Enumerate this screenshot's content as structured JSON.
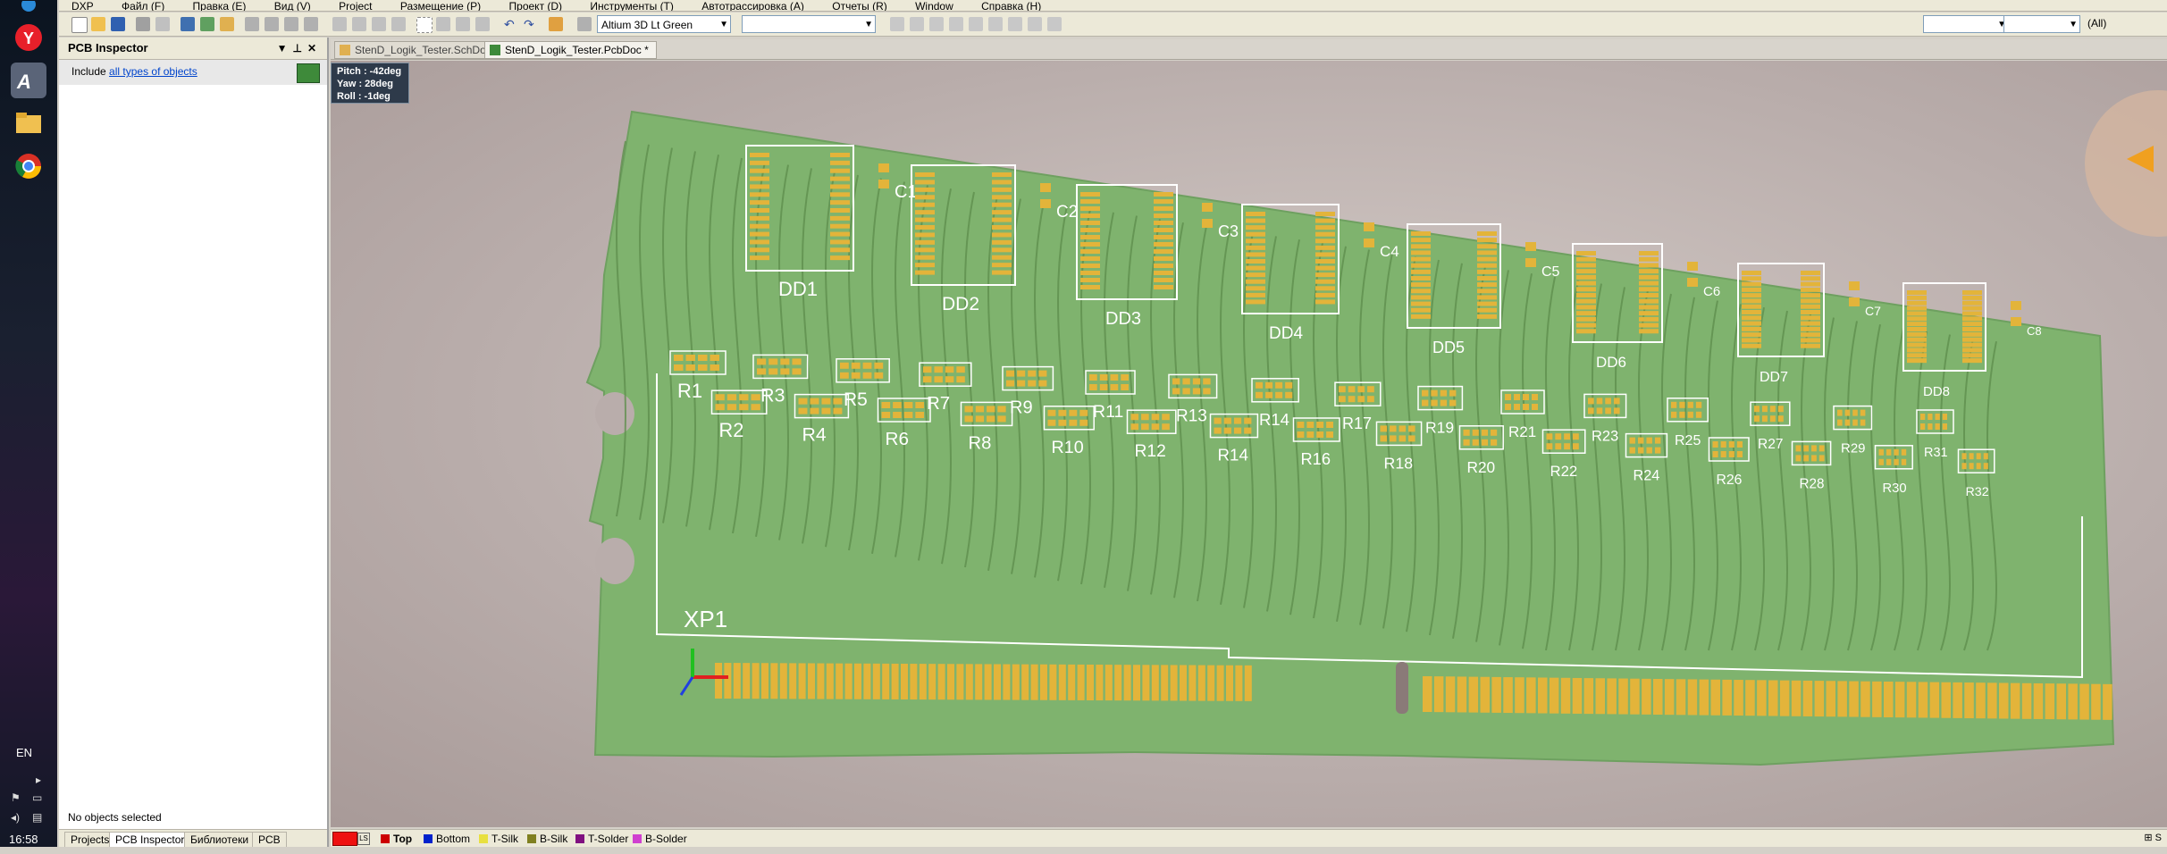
{
  "menu": [
    "DXP",
    "Файл (F)",
    "Правка (E)",
    "Вид (V)",
    "Project",
    "Размещение (P)",
    "Проект (D)",
    "Инструменты (T)",
    "Автотрассировка (A)",
    "Отчеты (R)",
    "Window",
    "Справка (H)"
  ],
  "toolbar": {
    "view_config": "Altium 3D Lt Green",
    "filter": "(All)"
  },
  "panel": {
    "title": "PCB Inspector",
    "include_prefix": "Include",
    "include_link": "all types of objects",
    "status": "No objects selected",
    "tabs": [
      "Projects",
      "PCB Inspector",
      "Библиотеки",
      "PCB"
    ]
  },
  "documents": [
    {
      "label": "StenD_Logik_Tester.SchDoc",
      "active": false
    },
    {
      "label": "StenD_Logik_Tester.PcbDoc *",
      "active": true
    }
  ],
  "view_readout": {
    "pitch": "Pitch : -42deg",
    "yaw": "Yaw : 28deg",
    "roll": "Roll : -1deg"
  },
  "board": {
    "connector": "XP1",
    "ics": [
      "DD1",
      "DD2",
      "DD3",
      "DD4",
      "DD5",
      "DD6",
      "DD7",
      "DD8"
    ],
    "caps": [
      "C1",
      "C2",
      "C3",
      "C4",
      "C5",
      "C6",
      "C7",
      "C8"
    ],
    "resistors": [
      "R1",
      "R2",
      "R3",
      "R4",
      "R5",
      "R6",
      "R7",
      "R8",
      "R9",
      "R10",
      "R11",
      "R12",
      "R13",
      "R14",
      "R14",
      "R16",
      "R17",
      "R18",
      "R19",
      "R20",
      "R21",
      "R22",
      "R23",
      "R24",
      "R25",
      "R26",
      "R27",
      "R28",
      "R29",
      "R30",
      "R31",
      "R32"
    ],
    "colors": {
      "pcb": "#7fb36e",
      "trace": "#5f8f4d",
      "pad": "#e3b43a",
      "silk": "#ffffff"
    }
  },
  "layers": [
    {
      "label": "Top",
      "color": "#cc0000"
    },
    {
      "label": "Bottom",
      "color": "#0022cc"
    },
    {
      "label": "T-Silk",
      "color": "#e8e040"
    },
    {
      "label": "B-Silk",
      "color": "#808020"
    },
    {
      "label": "T-Solder",
      "color": "#801080"
    },
    {
      "label": "B-Solder",
      "color": "#d040d0"
    }
  ],
  "taskbar": {
    "lang": "EN",
    "clock": "16:58"
  }
}
